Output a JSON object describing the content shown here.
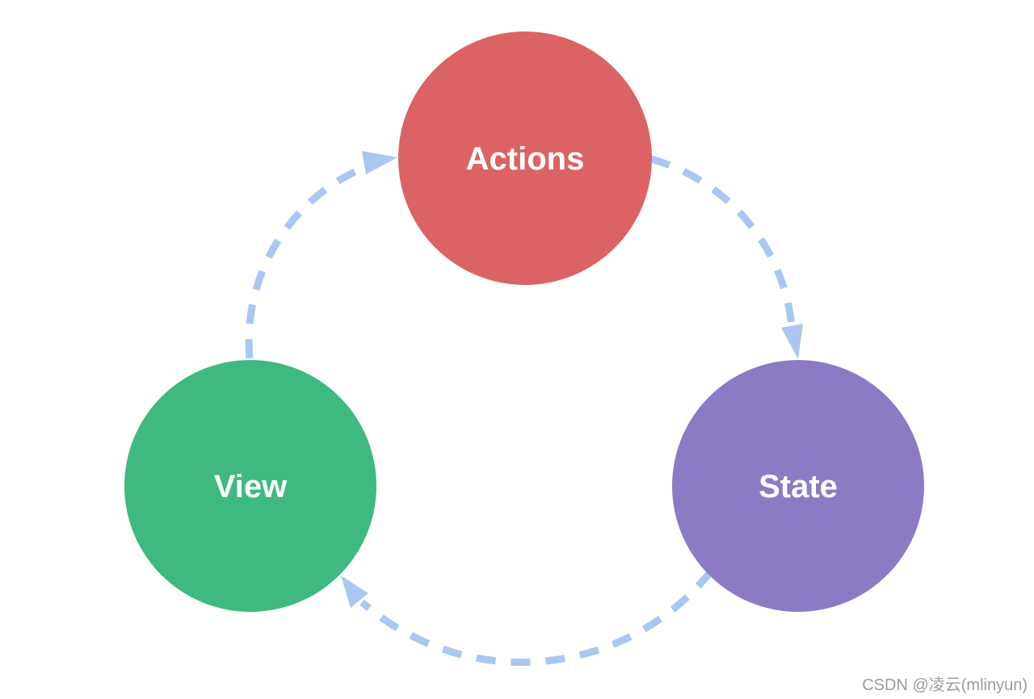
{
  "diagram": {
    "kind": "one-way-data-flow-cycle",
    "background_color": "#ffffff",
    "arrow_color": "#aac7f2",
    "nodes": [
      {
        "id": "actions",
        "label": "Actions",
        "color": "#dc6363",
        "text_color": "#ffffff",
        "shape": "circle"
      },
      {
        "id": "state",
        "label": "State",
        "color": "#8c7bc4",
        "text_color": "#ffffff",
        "shape": "circle"
      },
      {
        "id": "view",
        "label": "View",
        "color": "#3eb97f",
        "text_color": "#ffffff",
        "shape": "circle"
      }
    ],
    "edges": [
      {
        "from": "actions",
        "to": "state",
        "style": "dashed-arrow"
      },
      {
        "from": "state",
        "to": "view",
        "style": "dashed-arrow"
      },
      {
        "from": "view",
        "to": "actions",
        "style": "dashed-arrow"
      }
    ]
  },
  "watermark": {
    "text": "CSDN @凌云(mlinyun)",
    "color": "#9c9c9c"
  }
}
